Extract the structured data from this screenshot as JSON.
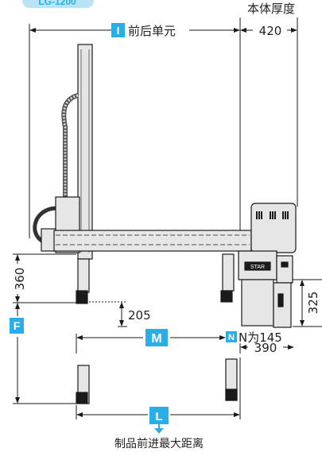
{
  "header": {
    "model_label": "LG-1200"
  },
  "labels": {
    "front_rear_unit": "前后单元",
    "body_thickness": "本体厚度",
    "product_max_forward_distance": "制品前进最大距离",
    "n_note": "N为145"
  },
  "badges": {
    "I": "I",
    "M": "M",
    "N": "N",
    "L": "L",
    "F": "F"
  },
  "dimensions": {
    "d420": "420",
    "d360": "360",
    "d205": "205",
    "d325": "325",
    "d390": "390"
  },
  "colors": {
    "badge": "#29aee6",
    "header_bg": "#b9e4f6",
    "machine_fill": "#e6e6e6",
    "machine_stroke": "#1a1a1a",
    "dim_line": "#1a1a1a"
  }
}
